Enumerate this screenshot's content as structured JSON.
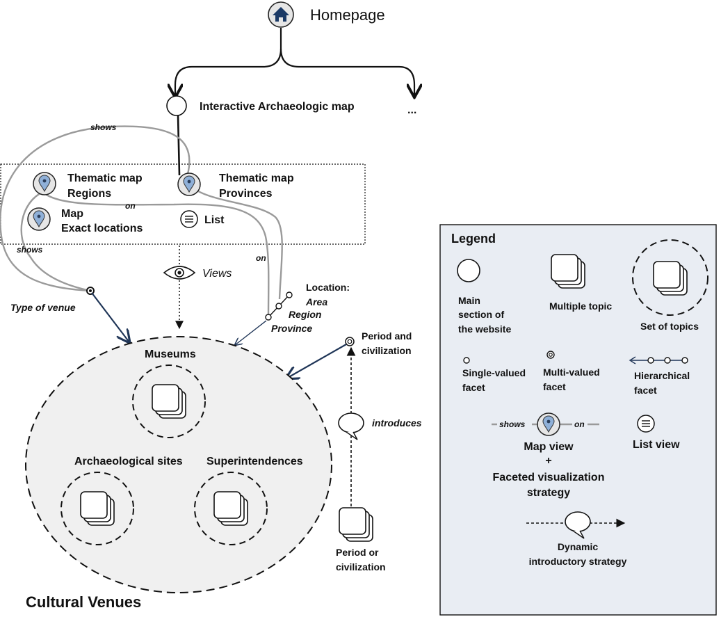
{
  "homepage": {
    "title": "Homepage"
  },
  "map_section": {
    "title": "Interactive Archaeologic map",
    "ellipsis": "..."
  },
  "views_box": {
    "thematic_regions": [
      "Thematic map",
      "Regions"
    ],
    "thematic_provinces": [
      "Thematic map",
      "Provinces"
    ],
    "map_exact": [
      "Map",
      "Exact locations"
    ],
    "list": "List"
  },
  "edges": {
    "shows_top": "shows",
    "shows_left": "shows",
    "on_middle": "on",
    "on_right": "on",
    "views": "Views",
    "introduces": "introduces"
  },
  "facets": {
    "type_of_venue": "Type of venue",
    "location_title": "Location:",
    "location_levels": [
      "Area",
      "Region",
      "Province"
    ],
    "period_title": [
      "Period and",
      "civilization"
    ]
  },
  "venues": {
    "title": "Cultural Venues",
    "museums": "Museums",
    "archaeological_sites": "Archaeological sites",
    "superintendences": "Superintendences"
  },
  "period_topic": [
    "Period or",
    "civilization"
  ],
  "legend": {
    "title": "Legend",
    "main_section": [
      "Main",
      "section of",
      "the website"
    ],
    "multiple_topic": "Multiple topic",
    "set_of_topics": "Set of topics",
    "single_valued": [
      "Single-valued",
      "facet"
    ],
    "multi_valued": [
      "Multi-valued",
      "facet"
    ],
    "hierarchical": [
      "Hierarchical",
      "facet"
    ],
    "map_shows": "shows",
    "map_on": "on",
    "map_view": [
      "Map view",
      "+",
      "Faceted visualization",
      "strategy"
    ],
    "list_view": "List view",
    "dynamic": [
      "Dynamic",
      "introductory strategy"
    ]
  },
  "colors": {
    "navy_arrow": "#1f3557",
    "house_icon": "#1b3a66",
    "pin_fill": "#8fb0d8",
    "pin_bg": "#e6e6e6",
    "gray_curve": "#9a9a9a",
    "venue_fill": "#f0f0f0",
    "legend_bg": "#e9edf3"
  }
}
